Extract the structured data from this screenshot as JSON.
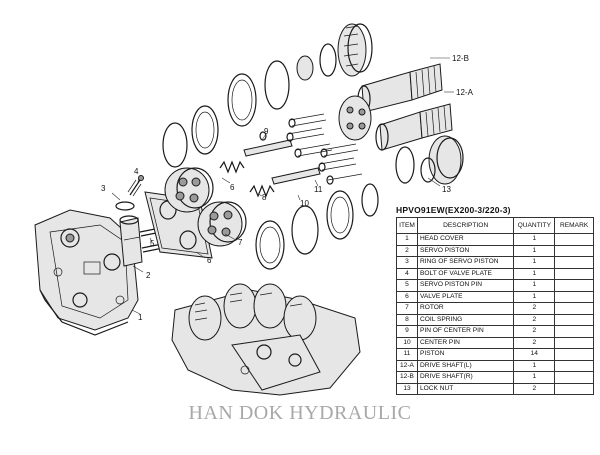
{
  "table": {
    "title": "HPVO91EW(EX200-3/220-3)",
    "headers": {
      "item": "ITEM",
      "description": "DESCRIPTION",
      "quantity": "QUANTITY",
      "remark": "REMARK"
    },
    "rows": [
      {
        "item": "1",
        "description": "HEAD COVER",
        "quantity": "1",
        "remark": ""
      },
      {
        "item": "2",
        "description": "SERVO PISTON",
        "quantity": "1",
        "remark": ""
      },
      {
        "item": "3",
        "description": "RING OF SERVO PISTON",
        "quantity": "1",
        "remark": ""
      },
      {
        "item": "4",
        "description": "BOLT OF VALVE PLATE",
        "quantity": "1",
        "remark": ""
      },
      {
        "item": "5",
        "description": "SERVO PISTON PIN",
        "quantity": "1",
        "remark": ""
      },
      {
        "item": "6",
        "description": "VALVE PLATE",
        "quantity": "1",
        "remark": ""
      },
      {
        "item": "7",
        "description": "ROTOR",
        "quantity": "2",
        "remark": ""
      },
      {
        "item": "8",
        "description": "COIL SPRING",
        "quantity": "2",
        "remark": ""
      },
      {
        "item": "9",
        "description": "PIN OF CENTER PIN",
        "quantity": "2",
        "remark": ""
      },
      {
        "item": "10",
        "description": "CENTER PIN",
        "quantity": "2",
        "remark": ""
      },
      {
        "item": "11",
        "description": "PISTON",
        "quantity": "14",
        "remark": ""
      },
      {
        "item": "12-A",
        "description": "DRIVE SHAFT(L)",
        "quantity": "1",
        "remark": ""
      },
      {
        "item": "12-B",
        "description": "DRIVE SHAFT(R)",
        "quantity": "1",
        "remark": ""
      },
      {
        "item": "13",
        "description": "LOCK NUT",
        "quantity": "2",
        "remark": ""
      }
    ]
  },
  "callouts": {
    "c1": "1",
    "c2": "2",
    "c3": "3",
    "c4": "4",
    "c5": "5",
    "c6a": "6",
    "c6b": "6",
    "c7": "7",
    "c8": "8",
    "c9": "9",
    "c10": "10",
    "c11": "11",
    "c12a": "12-A",
    "c12b": "12-B",
    "c13": "13"
  },
  "footer": {
    "brand": "HAN DOK HYDRAULIC"
  }
}
